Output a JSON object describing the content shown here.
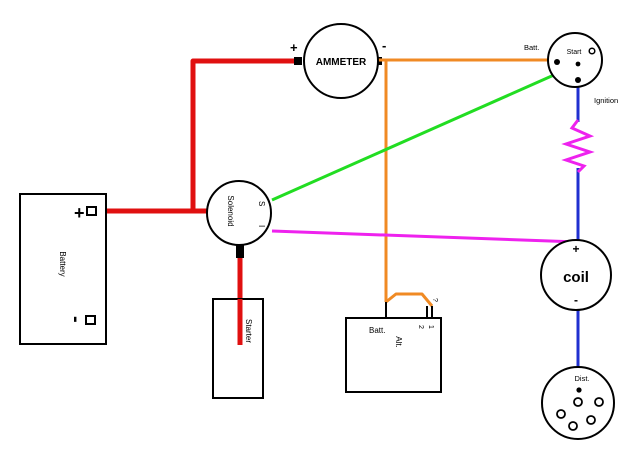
{
  "components": {
    "battery": {
      "label": "Battery",
      "pos": "+",
      "neg": "-"
    },
    "ammeter": {
      "label": "AMMETER",
      "pos": "+",
      "neg": "-"
    },
    "switch": {
      "start": "Start",
      "batt": "Batt.",
      "ignition": "Ignition"
    },
    "solenoid": {
      "label": "Solenoid",
      "s": "S",
      "i": "I"
    },
    "starter": {
      "label": "Starter"
    },
    "alternator": {
      "label": "Alt.",
      "batt": "Batt.",
      "t1": "1",
      "t2": "2",
      "q": "?"
    },
    "coil": {
      "label": "coil",
      "pos": "+",
      "neg": "-"
    },
    "distributor": {
      "label": "Dist."
    }
  },
  "colors": {
    "battery_cable": "#e01010",
    "charge": "#f08a24",
    "ignition_feed": "#2030d0",
    "start_signal": "#22dd22",
    "resistor": "#ee22ee"
  }
}
